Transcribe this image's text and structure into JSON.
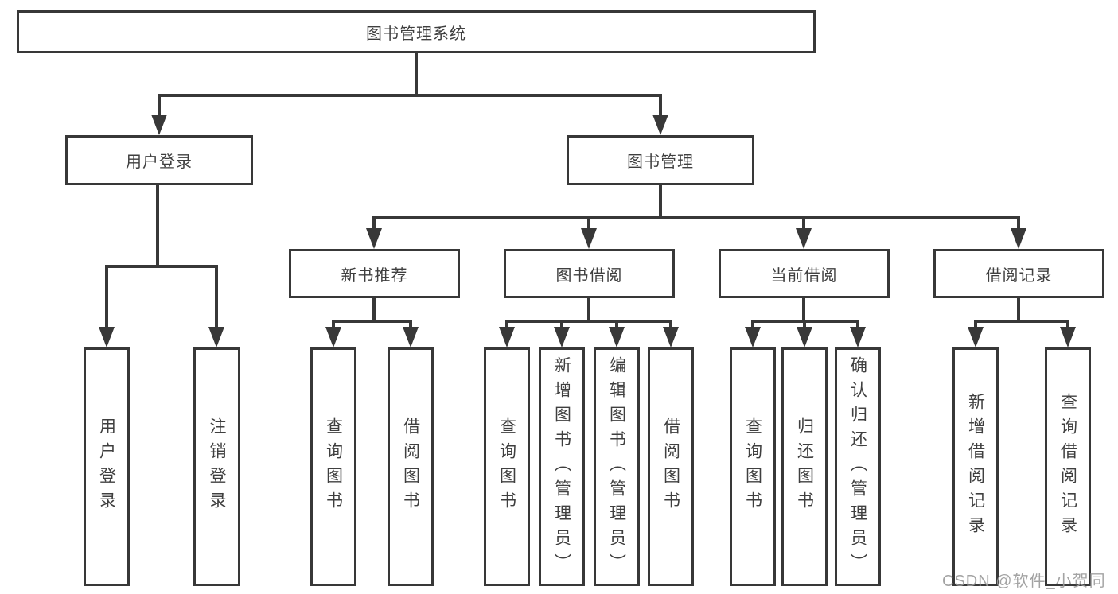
{
  "tree": {
    "label": "图书管理系统",
    "children": [
      {
        "label": "用户登录",
        "children": [
          {
            "label": "用户登录"
          },
          {
            "label": "注销登录"
          }
        ]
      },
      {
        "label": "图书管理",
        "children": [
          {
            "label": "新书推荐",
            "children": [
              {
                "label": "查询图书"
              },
              {
                "label": "借阅图书"
              }
            ]
          },
          {
            "label": "图书借阅",
            "children": [
              {
                "label": "查询图书"
              },
              {
                "label": "新增图书（管理员）"
              },
              {
                "label": "编辑图书（管理员）"
              },
              {
                "label": "借阅图书"
              }
            ]
          },
          {
            "label": "当前借阅",
            "children": [
              {
                "label": "查询图书"
              },
              {
                "label": "归还图书"
              },
              {
                "label": "确认归还（管理员）"
              }
            ]
          },
          {
            "label": "借阅记录",
            "children": [
              {
                "label": "新增借阅记录"
              },
              {
                "label": "查询借阅记录"
              }
            ]
          }
        ]
      }
    ]
  },
  "watermark": {
    "text": "CSDN @软件_小贺同学"
  },
  "colors": {
    "line": "#383838",
    "text": "#3f3f3f",
    "watermark": "#9a9a9a",
    "bg": "#ffffff"
  }
}
